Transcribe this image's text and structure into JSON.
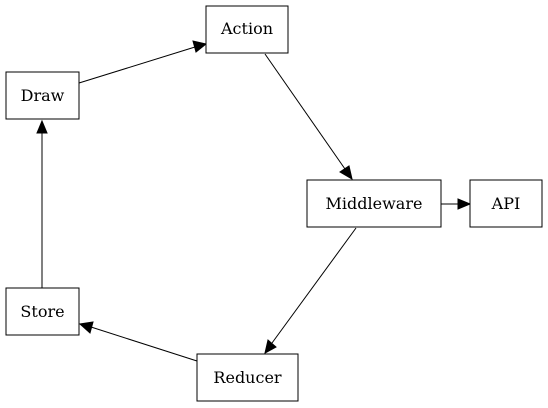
{
  "diagram": {
    "nodes": {
      "action": {
        "label": "Action"
      },
      "draw": {
        "label": "Draw"
      },
      "middleware": {
        "label": "Middleware"
      },
      "api": {
        "label": "API"
      },
      "store": {
        "label": "Store"
      },
      "reducer": {
        "label": "Reducer"
      }
    },
    "edges": [
      {
        "from": "Draw",
        "to": "Action"
      },
      {
        "from": "Action",
        "to": "Middleware"
      },
      {
        "from": "Middleware",
        "to": "API"
      },
      {
        "from": "Middleware",
        "to": "Reducer"
      },
      {
        "from": "Reducer",
        "to": "Store"
      },
      {
        "from": "Store",
        "to": "Draw"
      }
    ],
    "colors": {
      "stroke": "#000000",
      "fill": "#ffffff",
      "text": "#000000"
    }
  }
}
